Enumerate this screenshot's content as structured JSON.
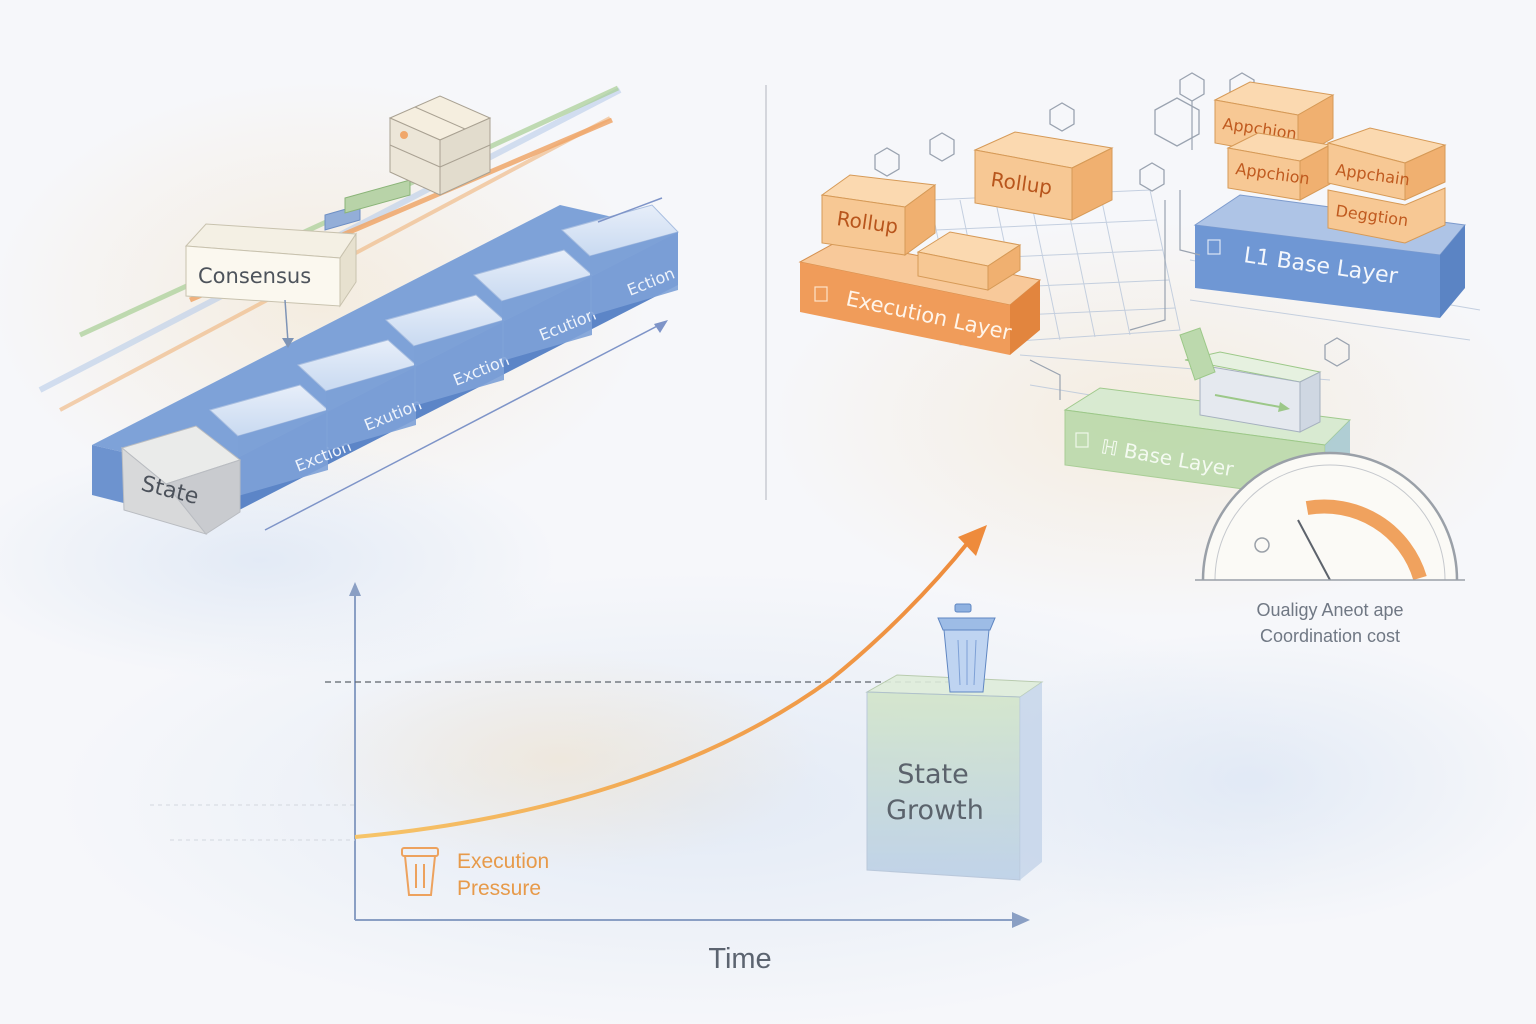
{
  "monolithic": {
    "consensus_label": "Consensus",
    "state_label": "State",
    "execution_labels": [
      "Exction",
      "Exution",
      "Exction",
      "Ecution",
      "Ection"
    ]
  },
  "modular": {
    "rollup_labels": [
      "Rollup",
      "Rollup"
    ],
    "execution_layer_label": "Execution Layer",
    "appchain_labels": [
      "Appchion",
      "Appchion",
      "Appchain"
    ],
    "deggtion_label": "Deggtion",
    "l1_base_label": "L1 Base Layer",
    "base_layer_label": "ℍ Base Layer"
  },
  "gauge": {
    "caption_line1": "Oualigy Aneot ape",
    "caption_line2": "Coordination cost",
    "level": 0.35
  },
  "chart": {
    "x_axis_label": "Time",
    "curve_label_line1": "Execution",
    "curve_label_line2": "Pressure",
    "box_label_line1": "State",
    "box_label_line2": "Growth"
  },
  "colors": {
    "blue": "#6f97d4",
    "orange": "#f0a76a",
    "green": "#9cc888",
    "paper": "#fbfaf6"
  },
  "icons": [
    "hexagon-icon",
    "trash-can-icon",
    "gauge-icon",
    "arrow-icon"
  ]
}
